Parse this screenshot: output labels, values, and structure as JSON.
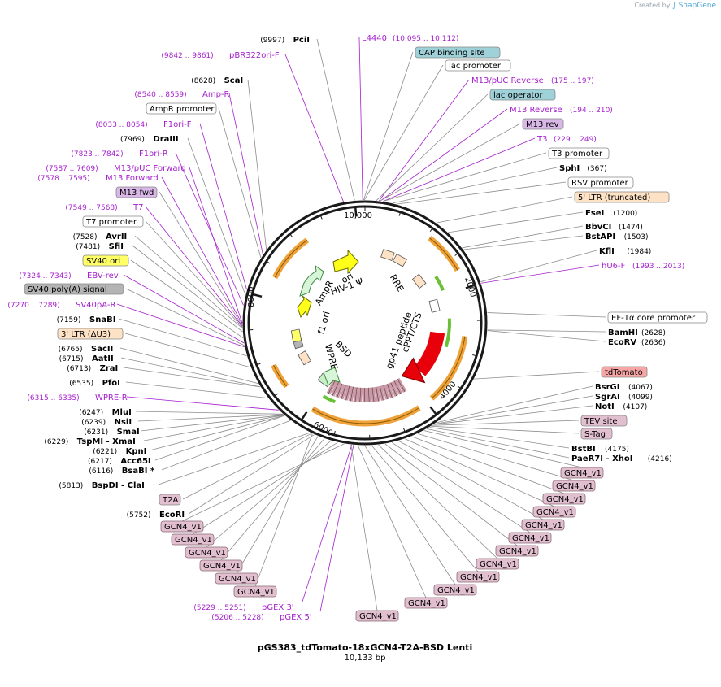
{
  "credit": {
    "prefix": "Created by",
    "brand": "SnapGene"
  },
  "plasmid": {
    "name": "pGS383_tdTomato-18xGCN4-T2A-BSD Lenti",
    "length": "10,133 bp"
  },
  "ring_ticks": [
    {
      "label": "10,000",
      "bp": 10000
    },
    {
      "label": "2000",
      "bp": 2000
    },
    {
      "label": "4000",
      "bp": 4000
    },
    {
      "label": "6000",
      "bp": 6000
    },
    {
      "label": "8000",
      "bp": 8000
    }
  ],
  "inner_labels": [
    "ori",
    "AmpR",
    "f1 ori",
    "HIV-1 Ψ",
    "RRE",
    "gp41 peptide",
    "cPPT/CTS",
    "WPRE",
    "BSD"
  ],
  "right_labels": [
    {
      "type": "primer",
      "name": "L4440",
      "pos": "(10,095 .. 10,112)"
    },
    {
      "type": "box",
      "name": "CAP binding site",
      "fill": "#9fd1d9"
    },
    {
      "type": "box",
      "name": "lac promoter",
      "fill": "#ffffff"
    },
    {
      "type": "primer",
      "name": "M13/pUC Reverse",
      "pos": "(175 .. 197)"
    },
    {
      "type": "box",
      "name": "lac operator",
      "fill": "#9fd1d9"
    },
    {
      "type": "primer",
      "name": "M13 Reverse",
      "pos": "(194 .. 210)"
    },
    {
      "type": "box",
      "name": "M13 rev",
      "fill": "#d9b8e8"
    },
    {
      "type": "primer",
      "name": "T3",
      "pos": "(229 .. 249)"
    },
    {
      "type": "box",
      "name": "T3 promoter",
      "fill": "#ffffff"
    },
    {
      "type": "enzyme",
      "name": "SphI",
      "pos": "(367)"
    },
    {
      "type": "box",
      "name": "RSV promoter",
      "fill": "#ffffff"
    },
    {
      "type": "box",
      "name": "5' LTR (truncated)",
      "fill": "#fde2c6"
    },
    {
      "type": "enzyme",
      "name": "FseI",
      "pos": "(1200)"
    },
    {
      "type": "enzyme",
      "name": "BbvCI",
      "pos": "(1474)"
    },
    {
      "type": "enzyme",
      "name": "BstAPI",
      "pos": "(1503)"
    },
    {
      "type": "enzyme",
      "name": "KflI",
      "pos": "(1984)"
    },
    {
      "type": "primer",
      "name": "hU6-F",
      "pos": "(1993 .. 2013)"
    },
    {
      "type": "box",
      "name": "EF-1α core promoter",
      "fill": "#ffffff"
    },
    {
      "type": "enzyme",
      "name": "BamHI",
      "pos": "(2628)"
    },
    {
      "type": "enzyme",
      "name": "EcoRV",
      "pos": "(2636)"
    },
    {
      "type": "box",
      "name": "tdTomato",
      "fill": "#f7a6a6"
    },
    {
      "type": "enzyme",
      "name": "BsrGI",
      "pos": "(4067)"
    },
    {
      "type": "enzyme",
      "name": "SgrAI",
      "pos": "(4099)"
    },
    {
      "type": "enzyme",
      "name": "NotI",
      "pos": "(4107)"
    },
    {
      "type": "box",
      "name": "TEV site",
      "fill": "#e2bfcf"
    },
    {
      "type": "box",
      "name": "S-Tag",
      "fill": "#e2bfcf"
    },
    {
      "type": "enzyme",
      "name": "BstBI",
      "pos": "(4175)"
    },
    {
      "type": "enzyme",
      "name": "PaeR7I - XhoI",
      "pos": "(4216)"
    }
  ],
  "left_labels": [
    {
      "type": "enzyme",
      "name": "PciI",
      "pos": "(9997)"
    },
    {
      "type": "primer",
      "name": "pBR322ori-F",
      "pos": "(9842 .. 9861)"
    },
    {
      "type": "enzyme",
      "name": "ScaI",
      "pos": "(8628)"
    },
    {
      "type": "primer",
      "name": "Amp-R",
      "pos": "(8540 .. 8559)"
    },
    {
      "type": "box",
      "name": "AmpR promoter",
      "fill": "#ffffff"
    },
    {
      "type": "primer",
      "name": "F1ori-F",
      "pos": "(8033 .. 8054)"
    },
    {
      "type": "enzyme",
      "name": "DraIII",
      "pos": "(7969)"
    },
    {
      "type": "primer",
      "name": "F1ori-R",
      "pos": "(7823 .. 7842)"
    },
    {
      "type": "primer",
      "name": "M13/pUC Forward",
      "pos": "(7587 .. 7609)"
    },
    {
      "type": "primer",
      "name": "M13 Forward",
      "pos": "(7578 .. 7595)"
    },
    {
      "type": "box",
      "name": "M13 fwd",
      "fill": "#d9b8e8"
    },
    {
      "type": "primer",
      "name": "T7",
      "pos": "(7549 .. 7568)"
    },
    {
      "type": "box",
      "name": "T7 promoter",
      "fill": "#ffffff"
    },
    {
      "type": "enzyme",
      "name": "AvrII",
      "pos": "(7528)"
    },
    {
      "type": "enzyme",
      "name": "SfiI",
      "pos": "(7481)"
    },
    {
      "type": "box",
      "name": "SV40 ori",
      "fill": "#ffff66"
    },
    {
      "type": "primer",
      "name": "EBV-rev",
      "pos": "(7324 .. 7343)"
    },
    {
      "type": "box",
      "name": "SV40 poly(A) signal",
      "fill": "#b4b4b4"
    },
    {
      "type": "primer",
      "name": "SV40pA-R",
      "pos": "(7270 .. 7289)"
    },
    {
      "type": "enzyme",
      "name": "SnaBI",
      "pos": "(7159)"
    },
    {
      "type": "box",
      "name": "3' LTR (ΔU3)",
      "fill": "#fde2c6"
    },
    {
      "type": "enzyme",
      "name": "SacII",
      "pos": "(6765)"
    },
    {
      "type": "enzyme",
      "name": "AatII",
      "pos": "(6715)"
    },
    {
      "type": "enzyme",
      "name": "ZraI",
      "pos": "(6713)"
    },
    {
      "type": "enzyme",
      "name": "PfoI",
      "pos": "(6535)"
    },
    {
      "type": "primer",
      "name": "WPRE-R",
      "pos": "(6315 .. 6335)"
    },
    {
      "type": "enzyme",
      "name": "MluI",
      "pos": "(6247)"
    },
    {
      "type": "enzyme",
      "name": "NsiI",
      "pos": "(6239)"
    },
    {
      "type": "enzyme",
      "name": "SmaI",
      "pos": "(6231)"
    },
    {
      "type": "enzyme",
      "name": "TspMI - XmaI",
      "pos": "(6229)"
    },
    {
      "type": "enzyme",
      "name": "KpnI",
      "pos": "(6221)"
    },
    {
      "type": "enzyme",
      "name": "Acc65I",
      "pos": "(6217)"
    },
    {
      "type": "enzyme",
      "name": "BsaBI *",
      "pos": "(6116)"
    },
    {
      "type": "enzyme",
      "name": "BspDI - ClaI",
      "pos": "(5813)"
    },
    {
      "type": "box",
      "name": "T2A",
      "fill": "#e2bfcf"
    },
    {
      "type": "enzyme",
      "name": "EcoRI",
      "pos": "(5752)"
    }
  ],
  "bottom_left_primers": [
    {
      "name": "pGEX 3'",
      "pos": "(5229 .. 5251)"
    },
    {
      "name": "pGEX 5'",
      "pos": "(5206 .. 5228)"
    }
  ],
  "gcn4_label": "GCN4_v1",
  "gcn4_fill": "#e2bfcf",
  "colors": {
    "primer": "#a51fcd",
    "line_gray": "#8c8c8c",
    "backbone": "#1a1a1a",
    "orange": "#f0a23a",
    "green": "#6ac035",
    "red": "#e8000b",
    "yellow": "#ffff1a",
    "gcn4": "#c99aa6"
  }
}
